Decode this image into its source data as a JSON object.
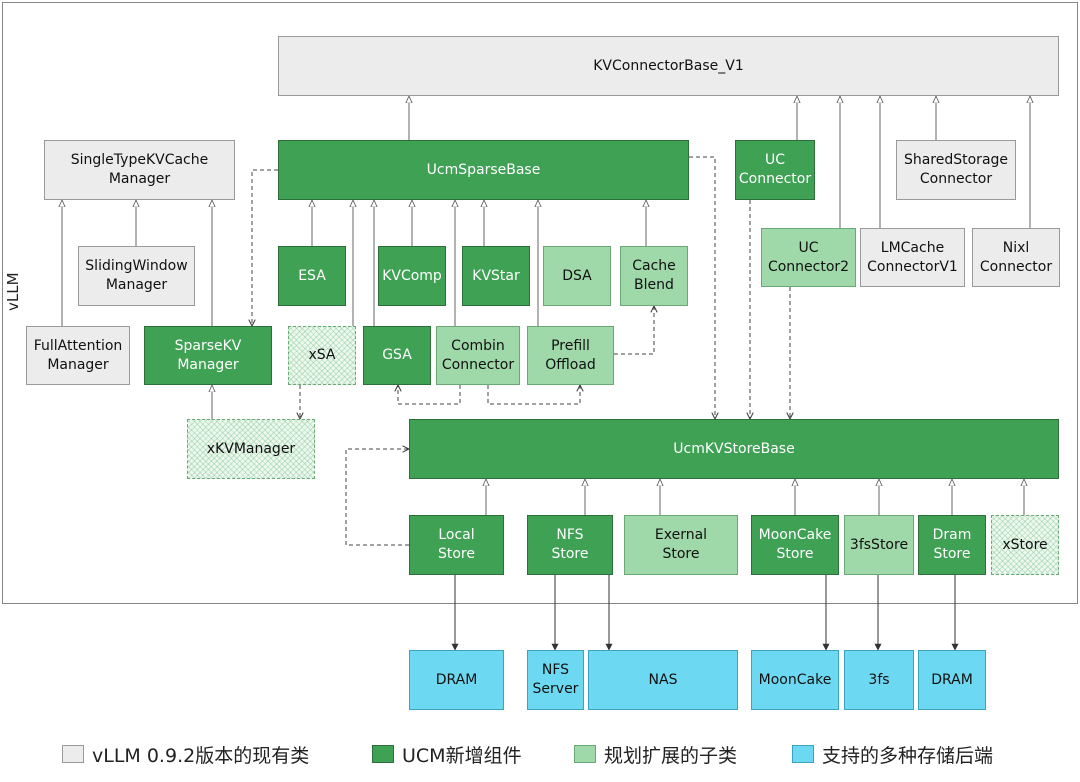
{
  "side_label": "vLLM",
  "boxes": {
    "kv_connector_base": "KVConnectorBase_V1",
    "single_type_kv_cache_manager": "SingleTypeKVCache\nManager",
    "ucm_sparse_base": "UcmSparseBase",
    "uc_connector": "UC\nConnector",
    "shared_storage_connector": "SharedStorage\nConnector",
    "sliding_window_manager": "SlidingWindow\nManager",
    "esa": "ESA",
    "kvcomp": "KVComp",
    "kvstar": "KVStar",
    "dsa": "DSA",
    "cache_blend": "Cache\nBlend",
    "uc_connector2": "UC\nConnector2",
    "lmcache_connector_v1": "LMCache\nConnectorV1",
    "nixl_connector": "Nixl\nConnector",
    "full_attention_manager": "FullAttention\nManager",
    "sparse_kv_manager": "SparseKV\nManager",
    "xsa": "xSA",
    "gsa": "GSA",
    "combin_connector": "Combin\nConnector",
    "prefill_offload": "Prefill\nOffload",
    "xkv_manager": "xKVManager",
    "ucm_kv_store_base": "UcmKVStoreBase",
    "local_store": "Local\nStore",
    "nfs_store": "NFS\nStore",
    "exernal_store": "Exernal\nStore",
    "mooncake_store": "MoonCake\nStore",
    "threefs_store": "3fsStore",
    "dram_store": "Dram\nStore",
    "xstore": "xStore",
    "backend_dram_1": "DRAM",
    "backend_nfs_server": "NFS\nServer",
    "backend_nas": "NAS",
    "backend_mooncake": "MoonCake",
    "backend_3fs": "3fs",
    "backend_dram_2": "DRAM"
  },
  "legend": [
    {
      "label": "vLLM 0.9.2版本的现有类",
      "color": "#ececec"
    },
    {
      "label": "UCM新增组件",
      "color": "#3fa154"
    },
    {
      "label": "规划扩展的子类",
      "color": "#9fd8a9"
    },
    {
      "label": "支持的多种存储后端",
      "color": "#6dd8f1"
    }
  ]
}
